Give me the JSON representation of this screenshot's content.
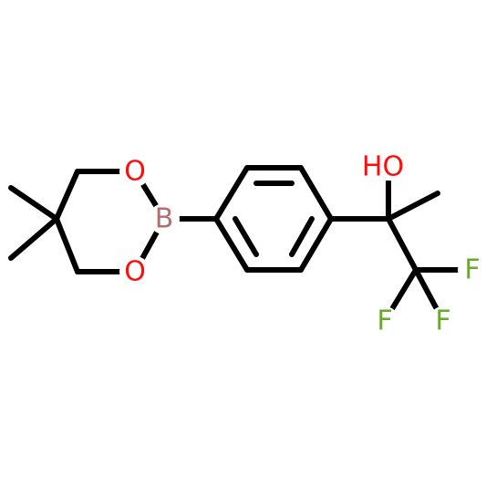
{
  "molecule": {
    "atoms": {
      "o_top": {
        "label": "O",
        "color": "#ff0d0d"
      },
      "o_bottom": {
        "label": "O",
        "color": "#ff0d0d"
      },
      "boron": {
        "label": "B",
        "color": "#b07070"
      },
      "hydroxyl": {
        "label": "HO",
        "color": "#ff0d0d"
      },
      "f_right": {
        "label": "F",
        "color": "#6aaa2a"
      },
      "f_left": {
        "label": "F",
        "color": "#6aaa2a"
      },
      "f_bottom": {
        "label": "F",
        "color": "#6aaa2a"
      }
    },
    "bond_color": "#000000",
    "background": "#ffffff"
  }
}
